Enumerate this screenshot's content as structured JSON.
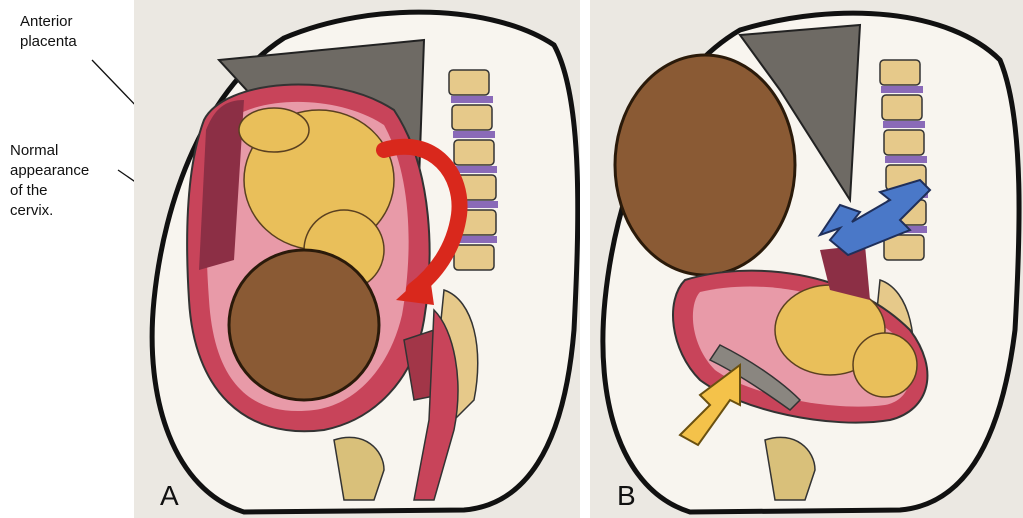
{
  "panels": [
    {
      "id": "A",
      "letter": "A"
    },
    {
      "id": "B",
      "letter": "B"
    }
  ],
  "labels": {
    "anterior_placenta": "Anterior\nplacenta",
    "normal_cervix": "Normal\nappearance\nof the\ncervix."
  },
  "colors": {
    "red_arrow": "#d9281c",
    "blue_arrow": "#4a78c8",
    "yellow_arrow": "#f4c24a",
    "skin_outline": "#111111",
    "uterus_wall": "#c8445a",
    "uterus_cavity": "#e89aa8",
    "placenta": "#8c2f45",
    "fetus": "#e9bf5a",
    "head_brown": "#8a5a34",
    "spine_bone": "#e6c98a",
    "disc_purple": "#8a6ab8",
    "gray_organ": "#6e6a64"
  }
}
